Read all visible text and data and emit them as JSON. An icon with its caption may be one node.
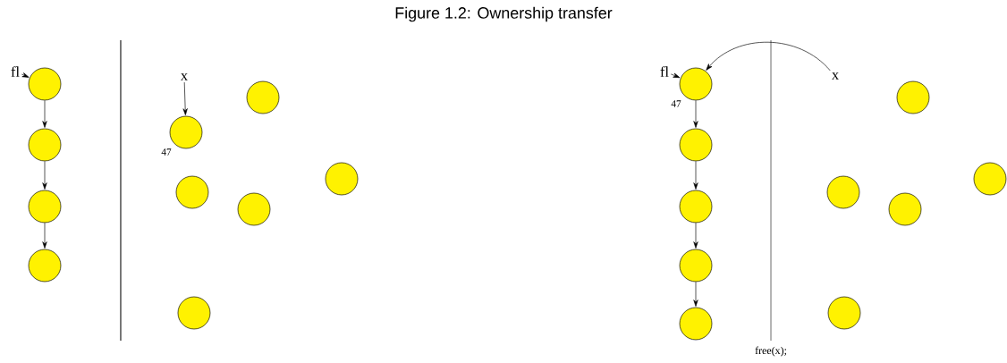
{
  "diagram": {
    "title": "Figure 1.2: Ownership transfer",
    "nodes": [
      {
        "text": [
          "fl"
        ]
      },
      {
        "text": [],
        "shape": "circle"
      },
      {
        "text": [],
        "shape": "circle"
      },
      {
        "text": [],
        "shape": "circle"
      },
      {
        "text": [],
        "shape": "circle"
      },
      {
        "text": [
          "x"
        ]
      },
      {
        "text": [],
        "shape": "circle",
        "beside": [
          "47"
        ]
      },
      {
        "text": [],
        "shape": "circle"
      },
      {
        "text": [],
        "shape": "circle"
      },
      {
        "text": [],
        "shape": "circle"
      },
      {
        "text": [],
        "shape": "circle"
      },
      {
        "text": [],
        "shape": "circle"
      },
      {
        "text": [
          "fl"
        ]
      },
      {
        "text": [],
        "shape": "circle",
        "beside": [
          "47"
        ]
      },
      {
        "text": [],
        "shape": "circle"
      },
      {
        "text": [],
        "shape": "circle"
      },
      {
        "text": [],
        "shape": "circle"
      },
      {
        "text": [],
        "shape": "circle"
      },
      {
        "text": [
          "x"
        ]
      },
      {
        "text": [],
        "shape": "circle"
      },
      {
        "text": [],
        "shape": "circle"
      },
      {
        "text": [],
        "shape": "circle"
      },
      {
        "text": [],
        "shape": "circle"
      },
      {
        "text": [],
        "shape": "circle"
      }
    ],
    "edges": [
      {
        "from": 0,
        "to": 1,
        "arrow": "to"
      },
      {
        "from": 1,
        "to": 2,
        "arrow": "to"
      },
      {
        "from": 2,
        "to": 3,
        "arrow": "to"
      },
      {
        "from": 3,
        "to": 4,
        "arrow": "to"
      },
      {
        "from": 5,
        "to": 6,
        "arrow": "to"
      },
      {
        "from": 12,
        "to": 13,
        "arrow": "to"
      },
      {
        "from": 13,
        "to": 14,
        "arrow": "to"
      },
      {
        "from": 14,
        "to": 15,
        "arrow": "to"
      },
      {
        "from": 15,
        "to": 16,
        "arrow": "to"
      },
      {
        "from": 16,
        "to": 17,
        "arrow": "to"
      },
      {
        "from": 18,
        "to": 13,
        "arrow": "to"
      }
    ],
    "labels": [
      "free(x);"
    ]
  }
}
